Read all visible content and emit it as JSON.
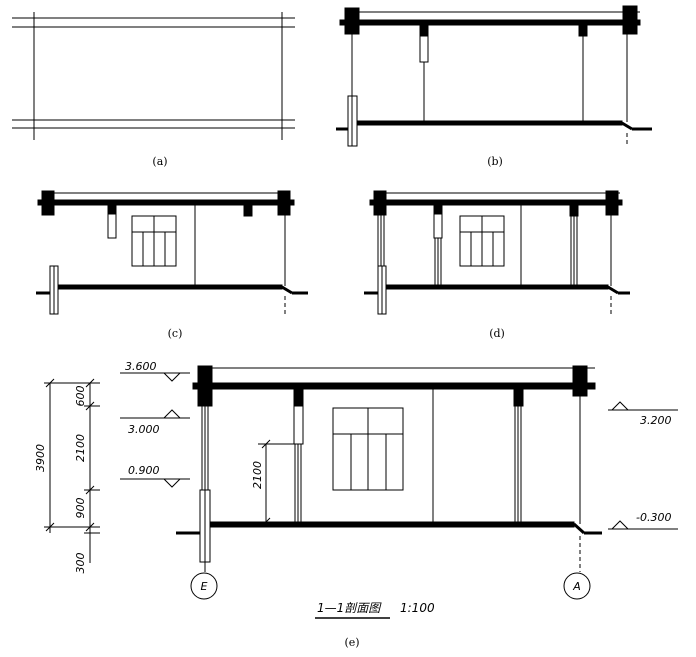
{
  "subfigures": {
    "a": "(a)",
    "b": "(b)",
    "c": "(c)",
    "d": "(d)",
    "e": "(e)"
  },
  "section_title": "1—1剖面图",
  "section_scale": "1:100",
  "levels": {
    "roof": "3.600",
    "beam": "3.000",
    "sill": "0.900",
    "right_top": "3.200",
    "ground": "-0.300"
  },
  "dimensions": {
    "total": "3900",
    "seg_top": "600",
    "seg_window": "2100",
    "seg_sill": "900",
    "seg_plinth": "300",
    "door": "2100"
  },
  "axes": {
    "left": "E",
    "right": "A"
  }
}
